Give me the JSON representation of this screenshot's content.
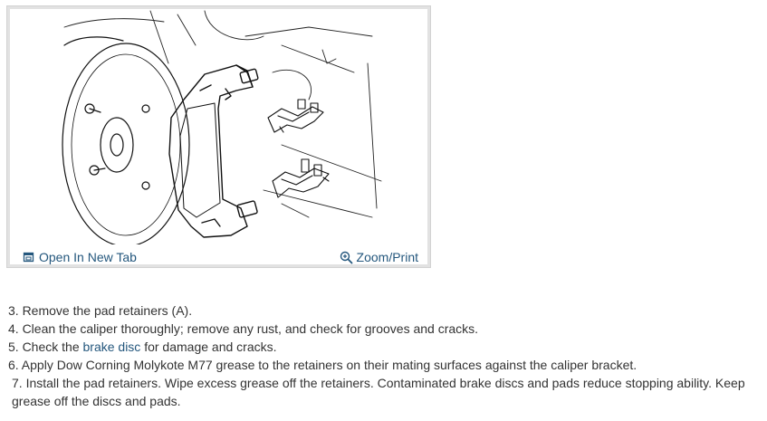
{
  "figure": {
    "open_tab_label": "Open In New Tab",
    "zoom_label": "Zoom/Print",
    "open_tab_icon": "open-in-new-tab-icon",
    "zoom_icon": "magnifier-zoom-icon",
    "link_color": "#24577d"
  },
  "steps": [
    {
      "text": "3. Remove the pad retainers (A)."
    },
    {
      "text": "4. Clean the caliper thoroughly; remove any rust, and check for grooves and cracks."
    },
    {
      "before": "5. Check the ",
      "link": "brake disc",
      "after": " for damage and cracks."
    },
    {
      "text": "6. Apply Dow Corning Molykote M77 grease to the retainers on their mating surfaces against the caliper bracket."
    },
    {
      "text": "7. Install the pad retainers. Wipe excess grease off the retainers. Contaminated brake discs and pads reduce stopping ability. Keep grease off the discs and pads."
    }
  ]
}
